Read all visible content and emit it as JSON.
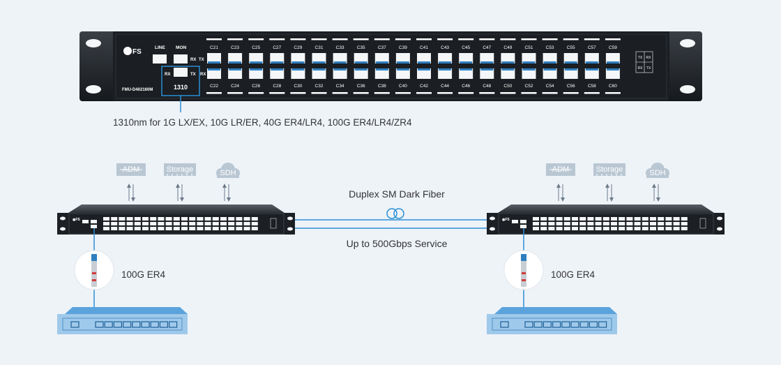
{
  "colors": {
    "background": "#eef3f8",
    "chassis": "#1c1f23",
    "accent": "#2b8fd6",
    "icon_grey": "#b9c7d3",
    "switch_blue": "#9fc9ea",
    "port_blue": "#2f7fc0"
  },
  "panel": {
    "brand": "FS",
    "model": "FMU-D402160M",
    "line_label": "LINE",
    "mon_label": "MON",
    "rx": "RX",
    "tx": "TX",
    "highlight_rx": "RX",
    "highlight_tx": "TX",
    "highlight_wavelength": "1310",
    "top_channels": [
      "C21",
      "C23",
      "C25",
      "C27",
      "C29",
      "C31",
      "C33",
      "C35",
      "C37",
      "C39",
      "C41",
      "C43",
      "C45",
      "C47",
      "C49",
      "C51",
      "C53",
      "C55",
      "C57",
      "C59"
    ],
    "bottom_channels": [
      "C22",
      "C24",
      "C26",
      "C28",
      "C30",
      "C32",
      "C34",
      "C36",
      "C38",
      "C40",
      "C42",
      "C44",
      "C46",
      "C48",
      "C50",
      "C52",
      "C54",
      "C56",
      "C58",
      "C60"
    ],
    "expansion_labels": [
      "TX",
      "RX",
      "RX",
      "TX"
    ]
  },
  "callout": "1310nm for 1G LX/EX, 10G LR/ER, 40G ER4/LR4, 100G ER4/LR4/ZR4",
  "fiber": {
    "top_label": "Duplex SM Dark Fiber",
    "bottom_label": "Up to 500Gbps Service"
  },
  "sites": [
    {
      "services": [
        {
          "label": "ADM",
          "icon": "adm-icon"
        },
        {
          "label": "Storage",
          "icon": "storage-icon"
        },
        {
          "label": "SDH",
          "icon": "cloud-icon"
        }
      ],
      "transceiver_label": "100G ER4",
      "mux_brand": "FS"
    },
    {
      "services": [
        {
          "label": "ADM",
          "icon": "adm-icon"
        },
        {
          "label": "Storage",
          "icon": "storage-icon"
        },
        {
          "label": "SDH",
          "icon": "cloud-icon"
        }
      ],
      "transceiver_label": "100G ER4",
      "mux_brand": "FS"
    }
  ]
}
